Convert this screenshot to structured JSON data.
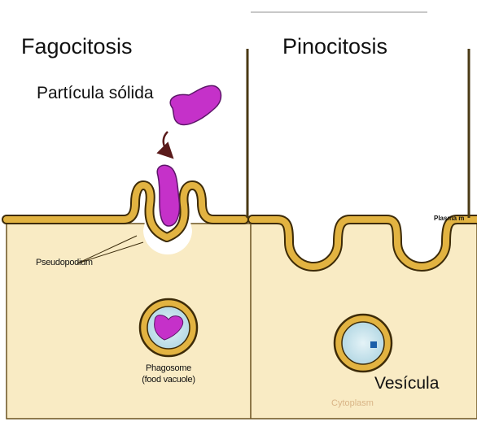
{
  "labels": {
    "fagocitosis": "Fagocitosis",
    "pinocitosis": "Pinocitosis",
    "particula_solida": "Partícula sólida",
    "pseudopodium": "Pseudopodium",
    "phagosome_line1": "Phagosome",
    "phagosome_line2": "(food vacuole)",
    "vesicula": "Vesícula",
    "cytoplasm": "Cytoplasm",
    "plasma_membrane": "Plasma m"
  },
  "colors": {
    "background": "#ffffff",
    "cytoplasm": "#f9ebc4",
    "membrane_fill": "#e2b341",
    "membrane_outline": "#3d2b08",
    "particle": "#c531c9",
    "arrow": "#5a1a1a",
    "vesicle_interior": "#c5e3ec",
    "vesicle_dot": "#1c5fa8"
  }
}
